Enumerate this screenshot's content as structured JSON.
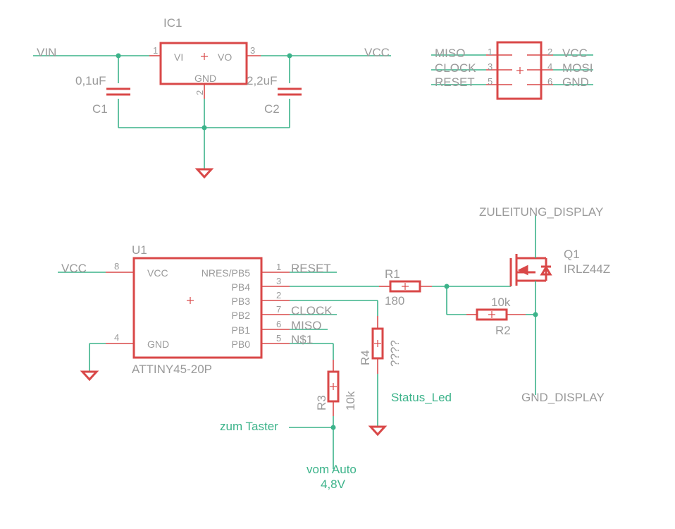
{
  "power_regulator": {
    "ic1": {
      "name": "IC1",
      "pin_vi": "VI",
      "pin_vo": "VO",
      "pin_gnd": "GND",
      "num_1": "1",
      "num_2": "2",
      "num_3": "3"
    },
    "c1": {
      "name": "C1",
      "value": "0,1uF"
    },
    "c2": {
      "name": "C2",
      "value": "2,2uF"
    },
    "net_vin": "VIN",
    "net_vcc": "VCC"
  },
  "isp_header": {
    "pins": [
      {
        "num": "1",
        "net": "MISO"
      },
      {
        "num": "2",
        "net": "VCC"
      },
      {
        "num": "3",
        "net": "CLOCK"
      },
      {
        "num": "4",
        "net": "MOSI"
      },
      {
        "num": "5",
        "net": "RESET"
      },
      {
        "num": "6",
        "net": "GND"
      }
    ]
  },
  "mcu": {
    "name": "U1",
    "value": "ATTINY45-20P",
    "pins_left": [
      {
        "label": "VCC",
        "num": "8",
        "net": "VCC"
      },
      {
        "label": "GND",
        "num": "4"
      }
    ],
    "pins_right": [
      {
        "label": "NRES/PB5",
        "num": "1",
        "net": "RESET"
      },
      {
        "label": "PB4",
        "num": "3",
        "net": ""
      },
      {
        "label": "PB3",
        "num": "2",
        "net": ""
      },
      {
        "label": "PB2",
        "num": "7",
        "net": "CLOCK"
      },
      {
        "label": "PB1",
        "num": "6",
        "net": "MISO"
      },
      {
        "label": "PB0",
        "num": "5",
        "net": "N$1"
      }
    ]
  },
  "resistors": {
    "r1": {
      "name": "R1",
      "value": "180"
    },
    "r2": {
      "name": "R2",
      "value": "10k"
    },
    "r3": {
      "name": "R3",
      "value": "10k"
    },
    "r4": {
      "name": "R4",
      "value": "????"
    }
  },
  "mosfet": {
    "name": "Q1",
    "value": "IRLZ44Z"
  },
  "nets": {
    "zuleitung": "ZULEITUNG_DISPLAY",
    "gnd_display": "GND_DISPLAY",
    "status_led": "Status_Led",
    "zum_taster": "zum Taster",
    "vom_auto_1": "vom Auto",
    "vom_auto_2": "4,8V"
  },
  "colors": {
    "wire": "#3cb38a",
    "part": "#d94848",
    "text": "#9a9a9a"
  }
}
